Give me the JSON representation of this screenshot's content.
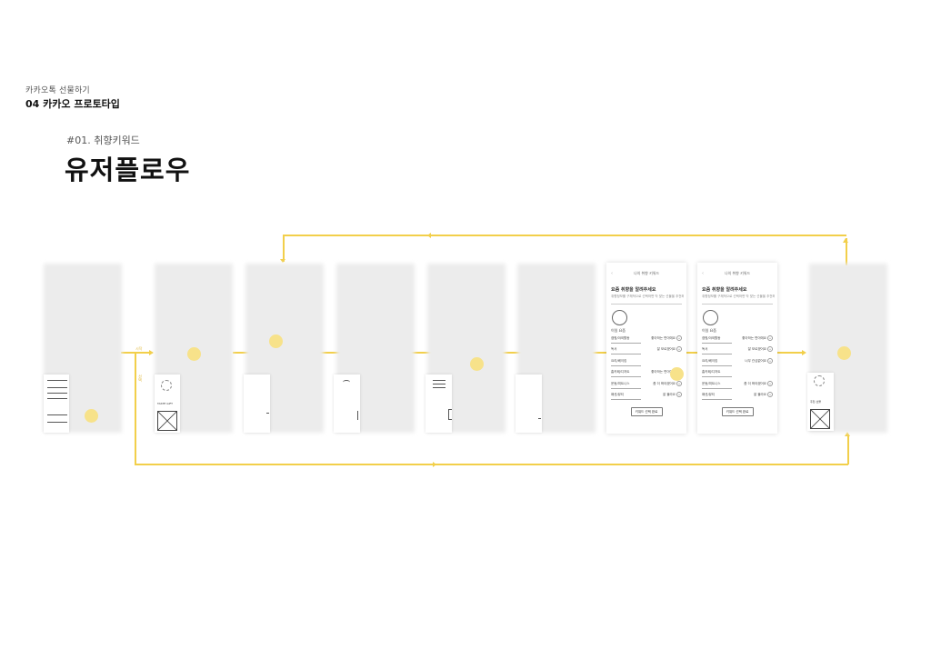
{
  "header": {
    "subtitle": "카카오톡 선물하기",
    "title": "04 카카오 프로토타입"
  },
  "section": {
    "code": "#01. 취향키워드",
    "title": "유저플로우"
  },
  "colors": {
    "flow_line": "#f2cf4a",
    "flow_dot": "#f7e28a",
    "screen_placeholder": "#ececec"
  },
  "phones": [
    {
      "top_title": "나의 취향 키워드",
      "question": "요즘 취향을 알려주세요",
      "sub": "취향정보를 구체적으로 선택하면 딱 맞는 선물을 추천해드려요",
      "name": "이일 요즘",
      "rows": [
        {
          "left": "캠핑/야외활동",
          "right": "좋아하는 편이에요"
        },
        {
          "left": "독서",
          "right": "잘 모르겠어요"
        },
        {
          "left": "요리/베이킹",
          "right": ""
        },
        {
          "left": "홈카페/디저트",
          "right": "좋아하는 편이에요"
        },
        {
          "left": "운동/피트니스",
          "right": "좀 더 봐야겠어요"
        },
        {
          "left": "패션/뷰티",
          "right": "잘 몰라요"
        }
      ],
      "button": "키워드 선택 완료"
    },
    {
      "top_title": "나의 취향 키워드",
      "question": "요즘 취향을 알려주세요",
      "sub": "취향정보를 구체적으로 선택하면 딱 맞는 선물을 추천해드려요",
      "name": "이일 요즘",
      "rows": [
        {
          "left": "캠핑/야외활동",
          "right": "좋아하는 편이에요"
        },
        {
          "left": "독서",
          "right": "잘 모르겠어요"
        },
        {
          "left": "요리/베이킹",
          "right": "너무 관심없어요"
        },
        {
          "left": "홈카페/디저트",
          "right": ""
        },
        {
          "left": "운동/피트니스",
          "right": "좀 더 봐야겠어요"
        },
        {
          "left": "패션/뷰티",
          "right": "잘 몰라요"
        }
      ],
      "button": "키워드 선택 완료"
    }
  ],
  "mini_labels": {
    "screen2_label": "TASTE GIFT",
    "screen8_label": "추천 선물"
  },
  "arrow_labels": {
    "start": "시작",
    "down": "선택"
  }
}
